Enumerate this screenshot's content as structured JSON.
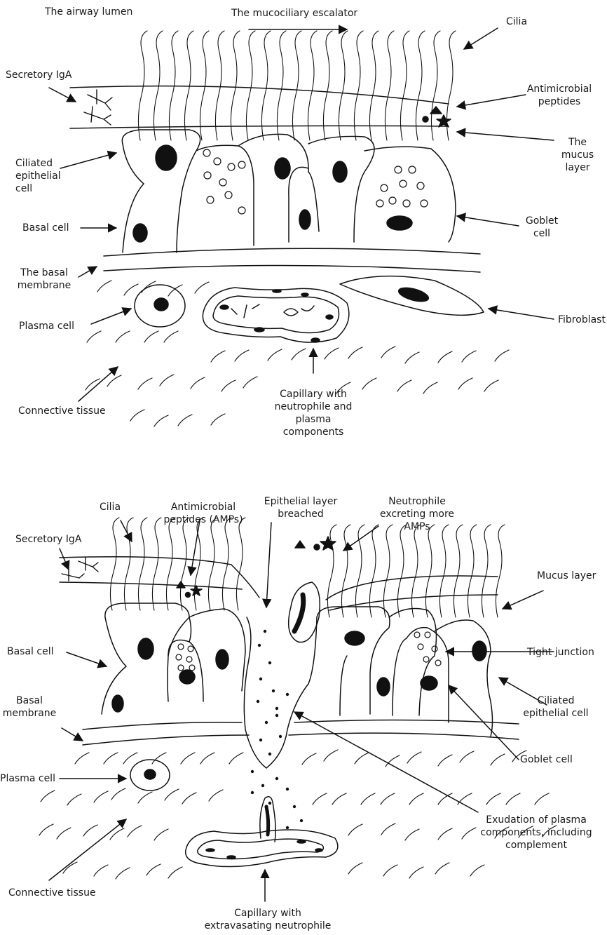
{
  "top": {
    "airway_lumen": "The airway lumen",
    "escalator": "The mucociliary escalator",
    "cilia": "Cilia",
    "secretory_iga": "Secretory IgA",
    "antimicrobial": "Antimicrobial\npeptides",
    "ciliated_cell": "Ciliated\nepithelial\ncell",
    "mucus_layer": "The mucus\nlayer",
    "basal_cell": "Basal cell",
    "goblet_cell": "Goblet\ncell",
    "basal_membrane": "The basal\nmembrane",
    "plasma_cell": "Plasma cell",
    "fibroblast": "Fibroblast",
    "connective_tissue": "Connective tissue",
    "capillary": "Capillary with\nneutrophile and\nplasma\ncomponents"
  },
  "bottom": {
    "cilia": "Cilia",
    "amps": "Antimicrobial\npeptides (AMPs)",
    "breached": "Epithelial layer\nbreached",
    "neutrophile_amps": "Neutrophile\nexcreting more\nAMPs",
    "secretory_iga": "Secretory IgA",
    "mucus_layer": "Mucus layer",
    "basal_cell": "Basal cell",
    "tight_junction": "Tight junction",
    "basal_membrane": "Basal\nmembrane",
    "ciliated_cell": "Ciliated\nepithelial cell",
    "goblet_cell": "Goblet cell",
    "plasma_cell": "Plasma cell",
    "connective_tissue": "Connective tissue",
    "exudation": "Exudation of plasma\ncomponents, including\ncomplement",
    "capillary": "Capillary with\nextravasating neutrophile"
  }
}
